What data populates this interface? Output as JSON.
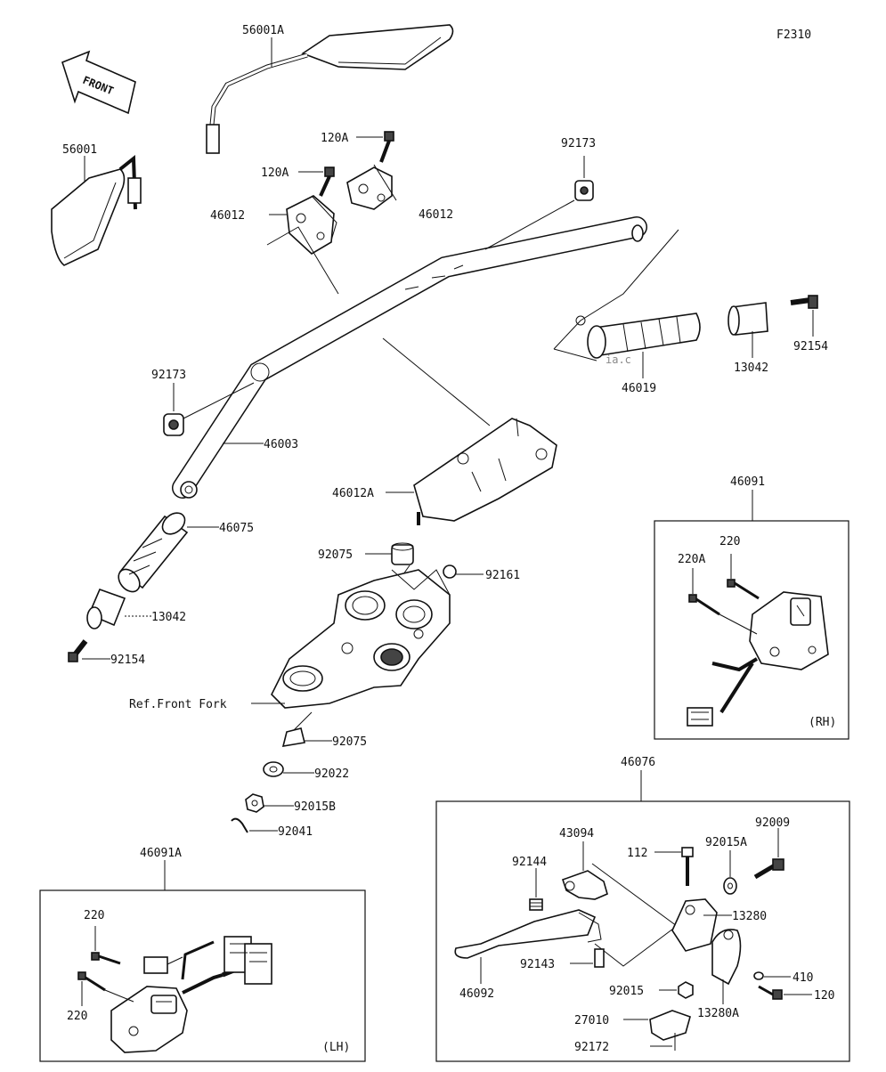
{
  "diagram": {
    "code": "F2310",
    "front_label": "FRONT",
    "watermark": "ia.c",
    "part_labels": {
      "p56001A": "56001A",
      "p56001": "56001",
      "p120A_top": "120A",
      "p120A_mid": "120A",
      "p46012_left": "46012",
      "p46012_right": "46012",
      "p92173_top": "92173",
      "p92173_left": "92173",
      "p46003": "46003",
      "p46019": "46019",
      "p13042_right": "13042",
      "p92154_right": "92154",
      "p46012A": "46012A",
      "p46075": "46075",
      "p92075_top": "92075",
      "p92161": "92161",
      "p13042_left": "13042",
      "p92154_left": "92154",
      "ref_front_fork": "Ref.Front Fork",
      "p92075_bot": "92075",
      "p92022": "92022",
      "p92015B": "92015B",
      "p92041": "92041",
      "p46091": "46091",
      "p220_rh": "220",
      "p220A_rh": "220A",
      "rh": "(RH)",
      "p46076": "46076",
      "p43094": "43094",
      "p112": "112",
      "p92015A": "92015A",
      "p92009": "92009",
      "p92144": "92144",
      "p13280": "13280",
      "p92143": "92143",
      "p46092": "46092",
      "p92015": "92015",
      "p410": "410",
      "p120": "120",
      "p13280A": "13280A",
      "p27010": "27010",
      "p92172": "92172",
      "p46091A": "46091A",
      "p220_lh_top": "220",
      "p220_lh_bot": "220",
      "lh": "(LH)"
    }
  }
}
